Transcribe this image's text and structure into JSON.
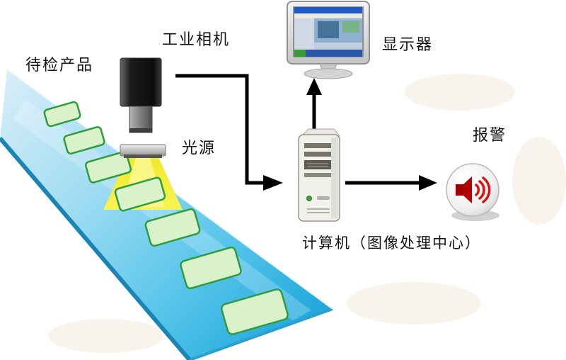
{
  "diagram": {
    "title_hint": "machine-vision inspection system diagram",
    "labels": {
      "pending_product": "待检产品",
      "industrial_camera": "工业相机",
      "light_source": "光源",
      "monitor": "显示器",
      "computer": "计算机（图像处理中心）",
      "alarm": "报警"
    },
    "colors": {
      "belt_light": "#d7edf8",
      "belt_mid": "#55c4ea",
      "belt_deep": "#1ea6dc",
      "belt_edge": "#1a85b5",
      "product_fill": "#d9f2ca",
      "product_border": "#2e9c3e",
      "beam_yellow": "#f2ec2c",
      "beam_inner": "#fbf9a0",
      "arrow": "#000000",
      "alarm_red": "#b50000",
      "alarm_wave_red": "#dd1111"
    },
    "icons": [
      "conveyor-belt",
      "product-tile",
      "industrial-camera-icon",
      "light-source-icon",
      "light-beam",
      "monitor-icon",
      "computer-tower-icon",
      "alarm-speaker-icon"
    ]
  }
}
